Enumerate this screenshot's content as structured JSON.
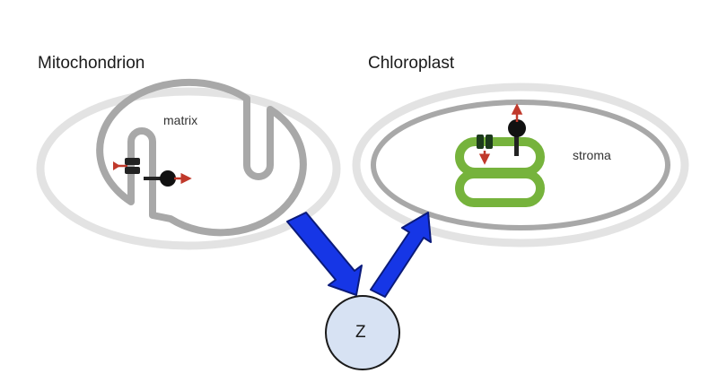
{
  "mitochondrion": {
    "title": "Mitochondrion",
    "compartment": "matrix"
  },
  "chloroplast": {
    "title": "Chloroplast",
    "compartment": "stroma"
  },
  "center_node": {
    "label": "Z"
  },
  "colors": {
    "outer_membrane": "#e3e3e3",
    "inner_membrane": "#a8a8a8",
    "thylakoid": "#76b33c",
    "arrow_fill": "#1636e6",
    "arrow_stroke": "#0a1a7a",
    "proton_arrow": "#c0392b",
    "node_fill": "#d7e2f3"
  },
  "icons": [
    "atp-synthase-icon",
    "transporter-icon",
    "proton-arrow-icon"
  ]
}
